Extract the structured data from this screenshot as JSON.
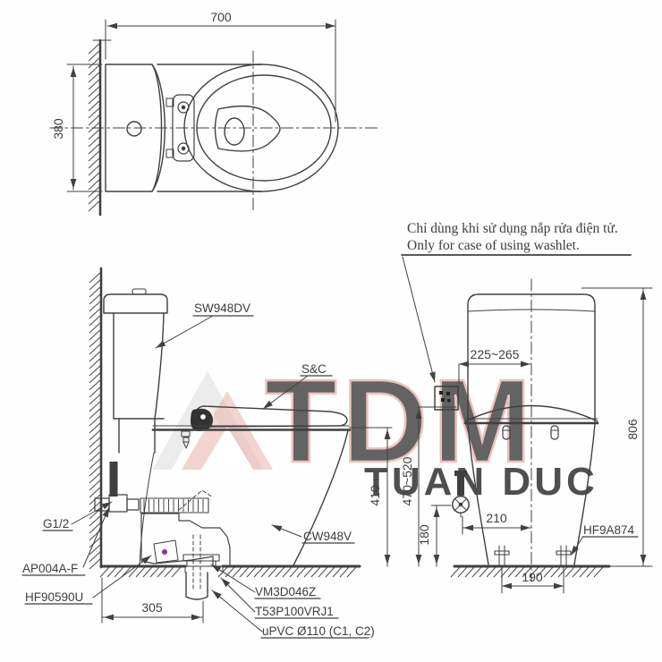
{
  "note": {
    "line1": "Chỉ dùng khi sử dụng nắp rửa điện tử.",
    "line2": "Only for case of using washlet."
  },
  "top_view": {
    "width": "700",
    "depth": "380"
  },
  "side_view": {
    "tank_model": "SW948DV",
    "seat_model": "S&C",
    "bowl_model": "CW948V",
    "supply_thread": "G1/2",
    "stop_valve": "AP004A-F",
    "trap_part": "HF90590U",
    "flange_part": "VM3D046Z",
    "outlet_part": "T53P100VRJ1",
    "drain_pipe": "uPVC Ø110 (C1, C2)",
    "dim_rough_in": "305",
    "dim_rim_height": "410"
  },
  "front_view": {
    "bolt_cap_part": "HF9A874",
    "dim_outlet_offset": "225~265",
    "dim_total_height": "806",
    "dim_outlet_height": "470~520",
    "dim_supply_height": "180",
    "dim_supply_offset": "210",
    "dim_bolt_spacing": "190"
  },
  "watermark": {
    "logo_text": "TDM",
    "company": "TUAN DUC"
  },
  "colors": {
    "line": "#404040",
    "watermark_red": "#e8b3ad",
    "watermark_gray": "#dcdcdc",
    "marker_magenta": "#a8469b"
  }
}
